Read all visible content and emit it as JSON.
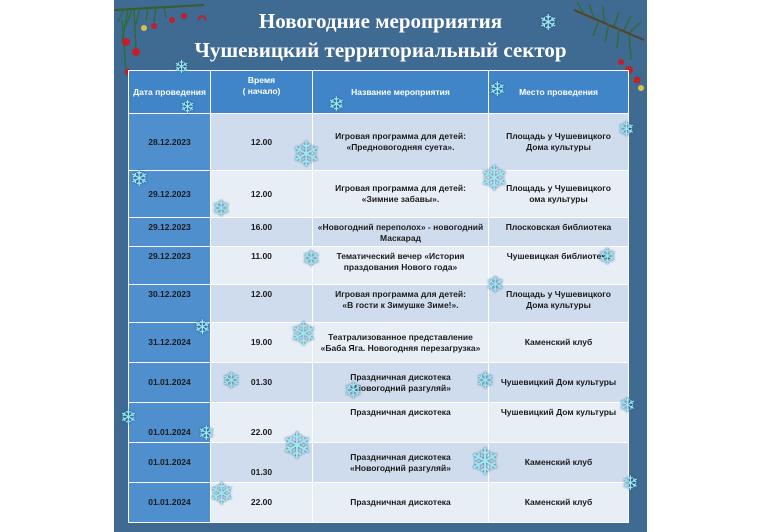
{
  "poster": {
    "title_line1": "Новогодние мероприятия",
    "title_line2": "Чушевицкий территориальный сектор"
  },
  "table": {
    "headers": {
      "date": "Дата проведения",
      "time": "Время\n( начало)",
      "name": "Название мероприятия",
      "place": "Место проведения"
    },
    "rows": [
      {
        "date": "28.12.2023",
        "time": "12.00",
        "name": "Игровая программа для детей:\n«Предновогодняя суета».",
        "place": "Площадь у Чушевицкого\nДома культуры"
      },
      {
        "date": "29.12.2023",
        "time": "12.00",
        "name": "Игровая программа для детей:\n«Зимние забавы».",
        "place": "Площадь у Чушевицкого\nома культуры"
      },
      {
        "date": "29.12.2023",
        "time": "16.00",
        "name": "«Новогодний переполох» - новогодний\nМаскарад",
        "place": "Плосковская библиотека"
      },
      {
        "date": "29.12.2023",
        "time": "11.00",
        "name": "Тематический вечер «История\nпраздования Нового года»",
        "place": "Чушевицкая библиотека"
      },
      {
        "date": "30.12.2023",
        "time": "12.00",
        "name": "Игровая программа для детей:\n«В гости к Зимушке Зиме!».",
        "place": "Площадь у Чушевицкого\nДома культуры"
      },
      {
        "date": "31.12.2024",
        "time": "19.00",
        "name": "Театрализованное представление\n«Баба Яга. Новогодняя перезагрузка»",
        "place": "Каменский клуб"
      },
      {
        "date": "01.01.2024",
        "time": "01.30",
        "name": "Праздничная дискотека\n«Новогодний разгуляй»",
        "place": "Чушевицкий Дом культуры"
      },
      {
        "date": "01.01.2024",
        "time": "22.00",
        "name": "Праздничная дискотека",
        "place": "Чушевицкий Дом культуры"
      },
      {
        "date": "01.01.2024",
        "time": "01.30",
        "name": "Праздничная дискотека\n«Новогодний разгуляй»",
        "place": "Каменский клуб"
      },
      {
        "date": "01.01.2024",
        "time": "22.00",
        "name": "Праздничная дискотека",
        "place": "Каменский клуб"
      }
    ]
  },
  "decorations": {
    "flake_icon": "snowflake-icon",
    "branch_icon": "christmas-branch-icon",
    "colors": {
      "background": "#3f6a92",
      "header": "#3f85c8",
      "date_cell": "#4f8fce",
      "row_light": "#e8eef6",
      "row_mid": "#cfdced",
      "flake": "#9fe6f2"
    }
  }
}
